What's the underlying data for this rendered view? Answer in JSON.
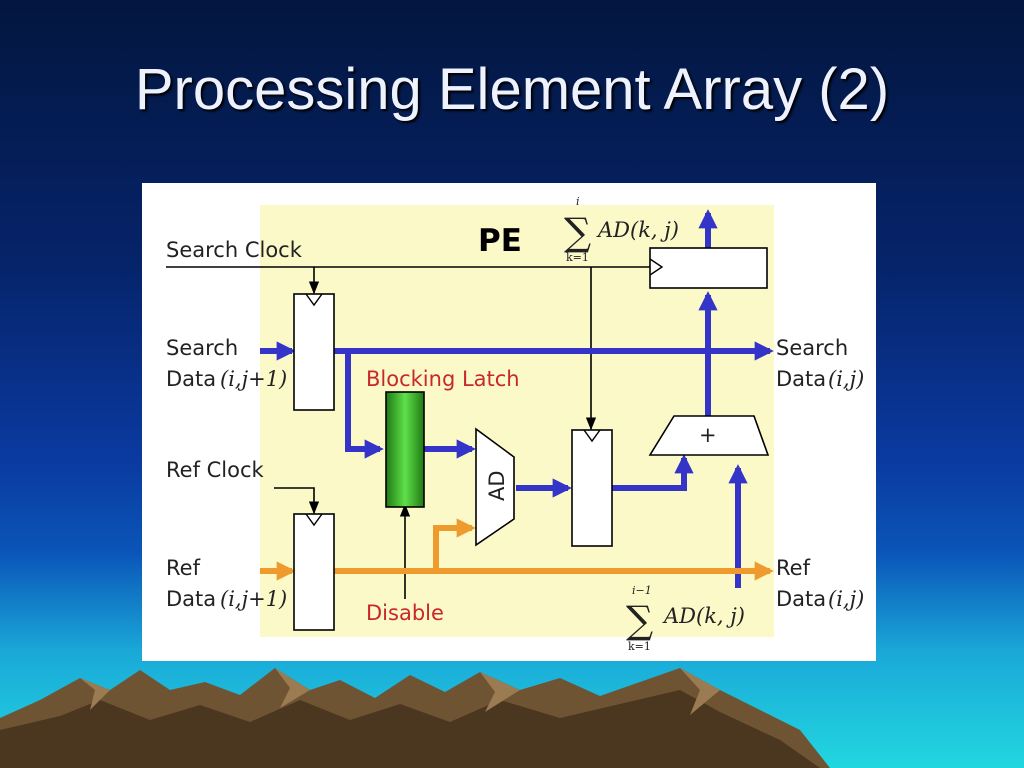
{
  "slide": {
    "title": "Processing Element Array (2)"
  },
  "diagram": {
    "pe_label": "PE",
    "search_clock": "Search Clock",
    "ref_clock": "Ref Clock",
    "search_in_word": "Search",
    "search_in_data": "Data",
    "search_in_index": "(i,j+1)",
    "search_out_word": "Search",
    "search_out_data": "Data",
    "search_out_index": "(i,j)",
    "ref_in_word": "Ref",
    "ref_in_data": "Data",
    "ref_in_index": "(i,j+1)",
    "ref_out_word": "Ref",
    "ref_out_data": "Data",
    "ref_out_index": "(i,j)",
    "blocking_latch": "Blocking Latch",
    "disable": "Disable",
    "ad_block": "AD",
    "adder_symbol": "+",
    "sum_top": {
      "sigma": "∑",
      "upper": "i",
      "lower": "k=1",
      "expr": "AD(k, j)"
    },
    "sum_bottom": {
      "sigma": "∑",
      "upper": "i−1",
      "lower": "k=1",
      "expr": "AD(k, j)"
    }
  },
  "colors": {
    "background_top": "#03163f",
    "background_bottom": "#22d6e0",
    "panel_bg": "#fbf9c8",
    "search_bus": "#3434c8",
    "ref_bus": "#ef9a2c",
    "latch_green": "#3dbb2c",
    "label_red": "#c8282a"
  }
}
